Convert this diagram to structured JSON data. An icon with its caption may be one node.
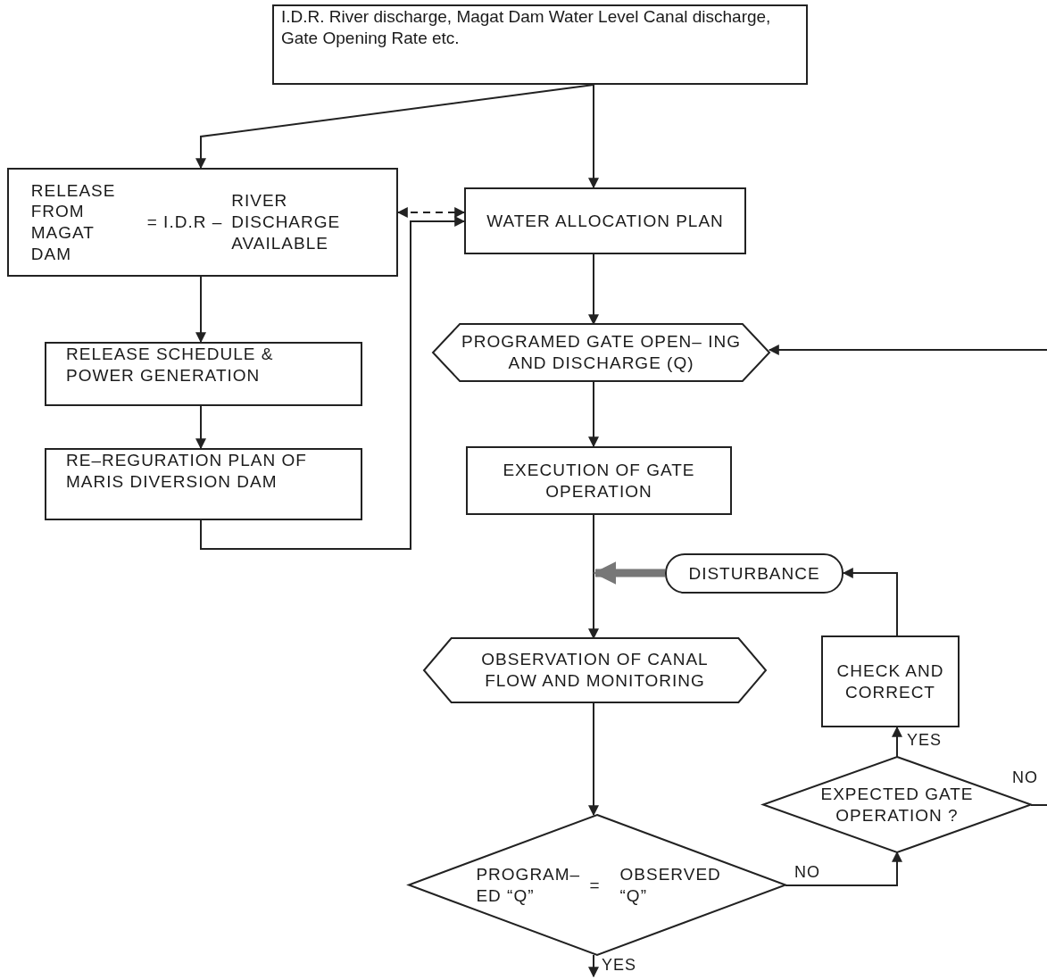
{
  "diagram": {
    "nodes": [
      {
        "text": [
          "I.D.R. River discharge, Magat Dam Water Level Canal discharge, Gate Opening Rate etc."
        ]
      },
      {
        "text": [
          "RELEASE FROM MAGAT DAM",
          "= I.D.R –",
          "RIVER DISCHARGE AVAILABLE"
        ]
      },
      {
        "text": [
          "WATER ALLOCATION PLAN"
        ]
      },
      {
        "text": [
          "RELEASE SCHEDULE & POWER GENERATION"
        ]
      },
      {
        "text": [
          "RE–REGURATION PLAN OF MARIS DIVERSION DAM"
        ]
      },
      {
        "text": [
          "PROGRAMED GATE OPEN– ING AND DISCHARGE (Q)"
        ]
      },
      {
        "text": [
          "EXECUTION OF GATE OPERATION"
        ]
      },
      {
        "text": [
          "DISTURBANCE"
        ]
      },
      {
        "text": [
          "OBSERVATION OF CANAL FLOW AND MONITORING"
        ]
      },
      {
        "text": [
          "CHECK AND CORRECT"
        ]
      },
      {
        "text": [
          "EXPECTED GATE OPERATION ?"
        ]
      },
      {
        "text": [
          "PROGRAM– ED “Q”",
          "=",
          "OBSERVED “Q”"
        ]
      }
    ],
    "edges": [
      {
        "from": 0,
        "to": 2,
        "arrow": "to"
      },
      {
        "from": 0,
        "to": 1,
        "arrow": "to"
      },
      {
        "from": 1,
        "to": 2,
        "arrow": "both",
        "style": "dashed"
      },
      {
        "from": 1,
        "to": 3,
        "arrow": "to"
      },
      {
        "from": 3,
        "to": 4,
        "arrow": "to"
      },
      {
        "from": 4,
        "to": 2,
        "arrow": "to"
      },
      {
        "from": 2,
        "to": 5,
        "arrow": "to"
      },
      {
        "from": null,
        "to": 5,
        "arrow": "to"
      },
      {
        "from": 5,
        "to": 6,
        "arrow": "to"
      },
      {
        "from": 6,
        "to": 8,
        "arrow": "to"
      },
      {
        "from": 7,
        "to": null,
        "arrow": "to",
        "style": "thick",
        "color": "#777777"
      },
      {
        "from": 8,
        "to": 11,
        "arrow": "to"
      },
      {
        "from": 11,
        "to": 10,
        "arrow": "to",
        "label": "NO"
      },
      {
        "from": 10,
        "to": 9,
        "arrow": "to",
        "label": "YES"
      },
      {
        "from": 10,
        "to": null,
        "arrow": "none",
        "label": "NO"
      },
      {
        "from": 9,
        "to": 7,
        "arrow": "to"
      },
      {
        "from": 11,
        "to": null,
        "arrow": "to",
        "label": "YES"
      }
    ]
  }
}
